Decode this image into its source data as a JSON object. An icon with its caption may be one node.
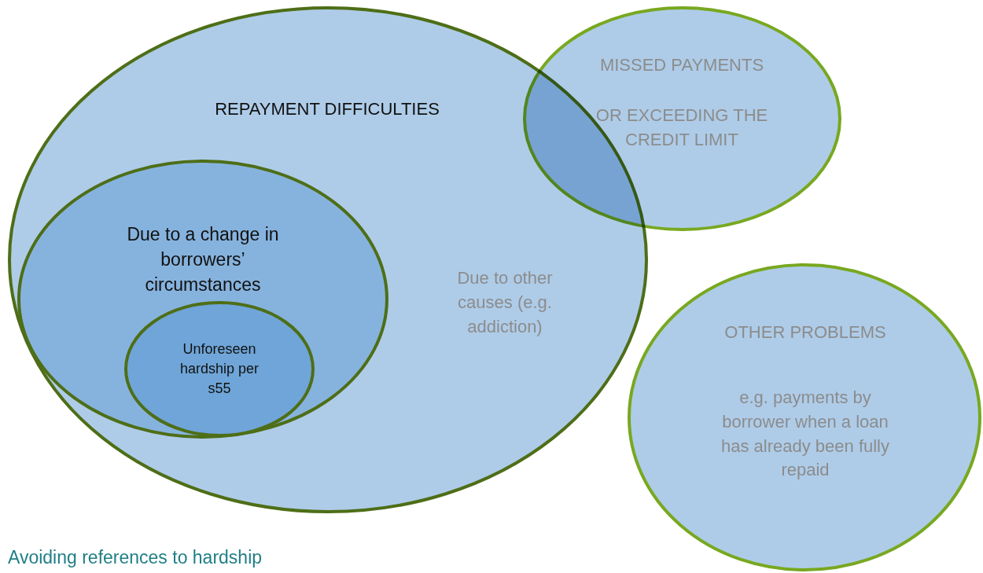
{
  "diagram": {
    "nodes": [
      {
        "text": [
          "REPAYMENT DIFFICULTIES",
          "Due to other causes (e.g. addiction)"
        ]
      },
      {
        "text": [
          "Due to a change in borrowers’ circumstances"
        ],
        "in": 0
      },
      {
        "text": [
          "Unforeseen hardship per s55"
        ],
        "in": 1
      },
      {
        "text": [
          "MISSED PAYMENTS",
          "OR EXCEEDING THE CREDIT LIMIT"
        ]
      },
      {
        "text": [
          "OTHER PROBLEMS",
          "e.g. payments by borrower when a loan has already been fully repaid"
        ]
      }
    ],
    "labels": [
      "Avoiding references to hardship"
    ]
  }
}
